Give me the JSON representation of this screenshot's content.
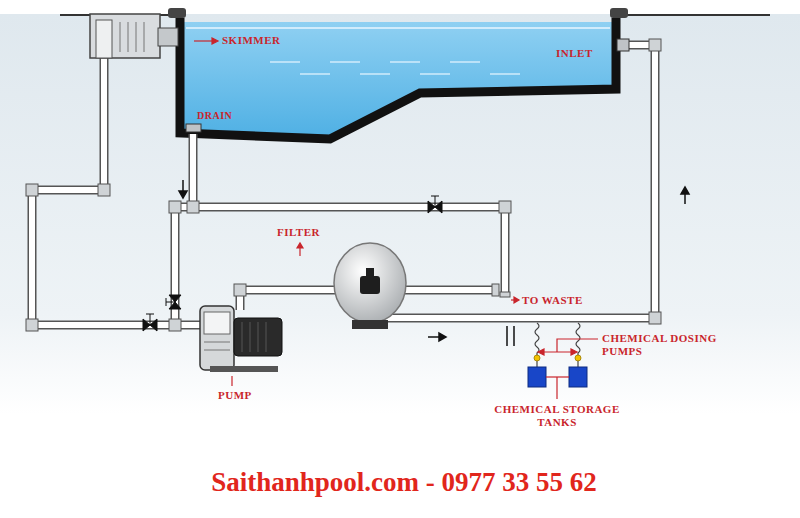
{
  "diagram": {
    "labels": [
      "SKIMMER",
      "INLET",
      "DRAIN",
      "FILTER",
      "TO WASTE",
      "PUMP",
      "CHEMICAL DOSING PUMPS",
      "CHEMICAL STORAGE TANKS",
      "Saithanhpool.com - 0977 33 55 62"
    ]
  }
}
